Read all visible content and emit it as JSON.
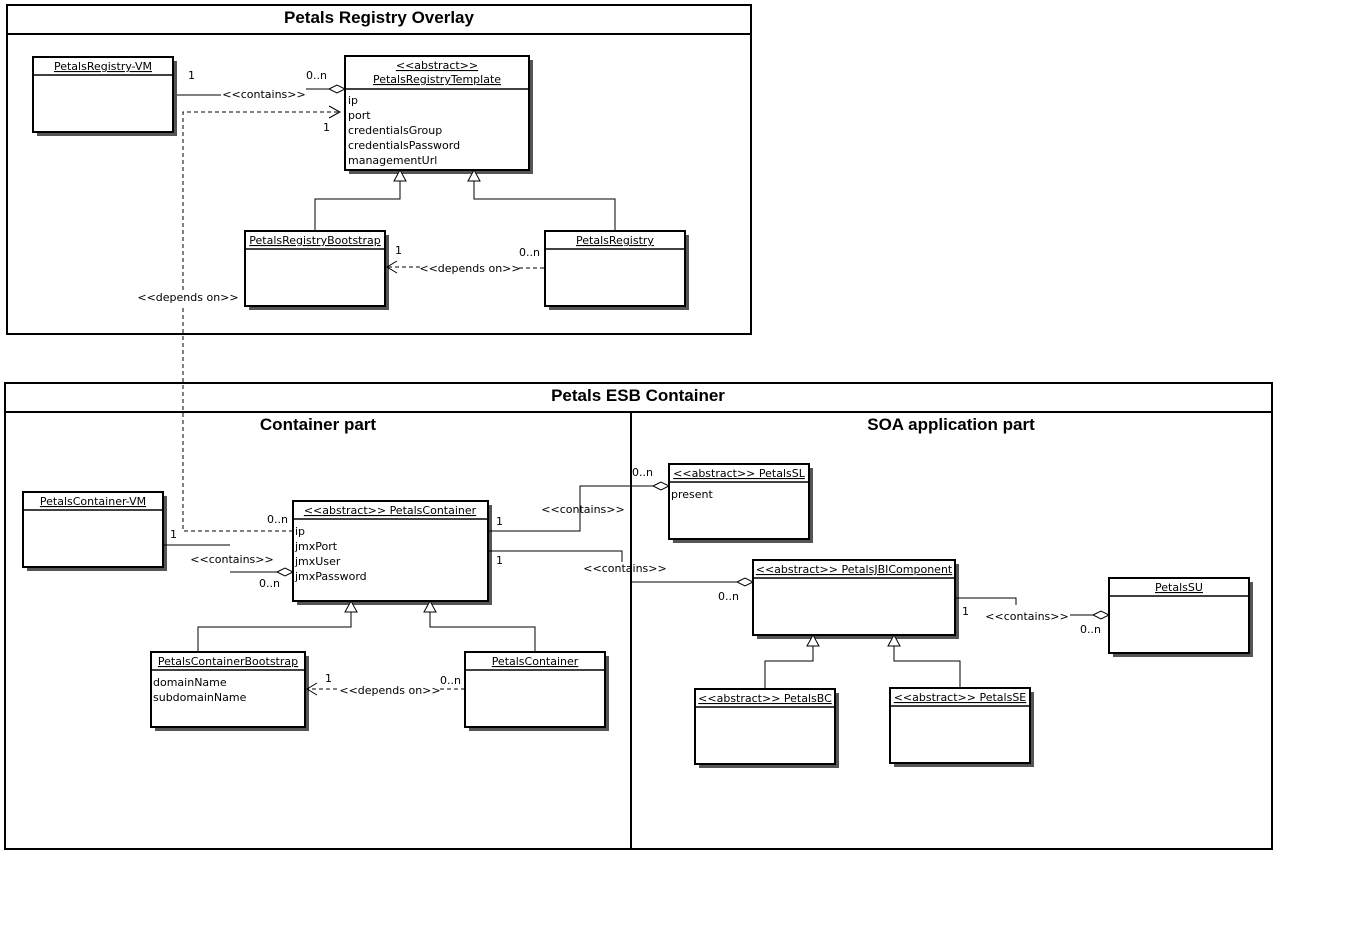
{
  "frames": {
    "registry_overlay": {
      "title": "Petals Registry Overlay"
    },
    "esb_container": {
      "title": "Petals ESB Container"
    },
    "container_part": {
      "title": "Container part"
    },
    "soa_part": {
      "title": "SOA application part"
    }
  },
  "classes": {
    "registry_vm": {
      "name": "PetalsRegistry-VM",
      "attributes": []
    },
    "registry_template": {
      "stereotype": "<<abstract>>",
      "name": "PetalsRegistryTemplate",
      "attributes": [
        "ip",
        "port",
        "credentialsGroup",
        "credentialsPassword",
        "managementUrl"
      ]
    },
    "registry_bootstrap": {
      "name": "PetalsRegistryBootstrap",
      "attributes": []
    },
    "registry": {
      "name": "PetalsRegistry",
      "attributes": []
    },
    "container_vm": {
      "name": "PetalsContainer-VM",
      "attributes": []
    },
    "abstract_container": {
      "name": "<<abstract>> PetalsContainer",
      "attributes": [
        "ip",
        "jmxPort",
        "jmxUser",
        "jmxPassword"
      ]
    },
    "container_bootstrap": {
      "name": "PetalsContainerBootstrap",
      "attributes": [
        "domainName",
        "subdomainName"
      ]
    },
    "container": {
      "name": "PetalsContainer",
      "attributes": []
    },
    "sl": {
      "name": "<<abstract>> PetalsSL",
      "attributes": [
        "present"
      ]
    },
    "jbi_component": {
      "name": "<<abstract>> PetalsJBIComponent",
      "attributes": []
    },
    "su": {
      "name": "PetalsSU",
      "attributes": []
    },
    "bc": {
      "name": "<<abstract>> PetalsBC",
      "attributes": []
    },
    "se": {
      "name": "<<abstract>> PetalsSE",
      "attributes": []
    }
  },
  "relations": {
    "registry_contains": {
      "label": "<<contains>>",
      "source_mult": "1",
      "target_mult": "0..n"
    },
    "registry_depends": {
      "label": "<<depends on>>",
      "source_mult": "0..n",
      "target_mult": "1"
    },
    "container_depends_registry": {
      "label": "<<depends on>>",
      "source_mult": "0..n",
      "target_mult": "1"
    },
    "container_vm_contains": {
      "label": "<<contains>>",
      "source_mult": "1",
      "target_mult": "0..n"
    },
    "container_depends": {
      "label": "<<depends on>>",
      "source_mult": "0..n",
      "target_mult": "1"
    },
    "contains_sl": {
      "label": "<<contains>>",
      "source_mult": "1",
      "target_mult": "0..n"
    },
    "contains_jbi": {
      "label": "<<contains>>",
      "source_mult": "1",
      "target_mult": "0..n"
    },
    "contains_su": {
      "label": "<<contains>>",
      "source_mult": "1",
      "target_mult": "0..n"
    }
  }
}
